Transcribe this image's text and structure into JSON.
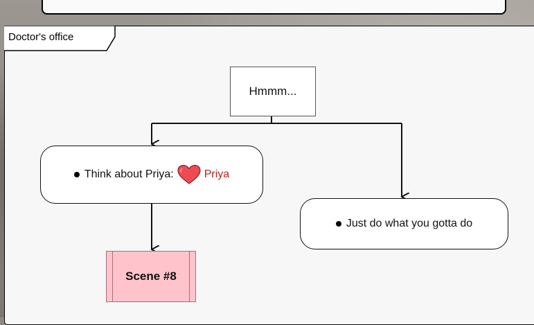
{
  "frame": {
    "title": "Doctor's office"
  },
  "nodes": {
    "prompt": {
      "text": "Hmmm..."
    },
    "choice_priya": {
      "text": "Think about Priya:",
      "relationship": "Priya"
    },
    "choice_do": {
      "text": "Just do what you gotta do"
    },
    "scene": {
      "text": "Scene #8"
    }
  },
  "icons": {
    "relationship_icon": "heart-icon",
    "bullet_icon": "bullet-icon"
  },
  "colors": {
    "scene_fill": "#ffc3cc",
    "heart": "#ec4b52",
    "relationship_text": "#b5261e"
  }
}
